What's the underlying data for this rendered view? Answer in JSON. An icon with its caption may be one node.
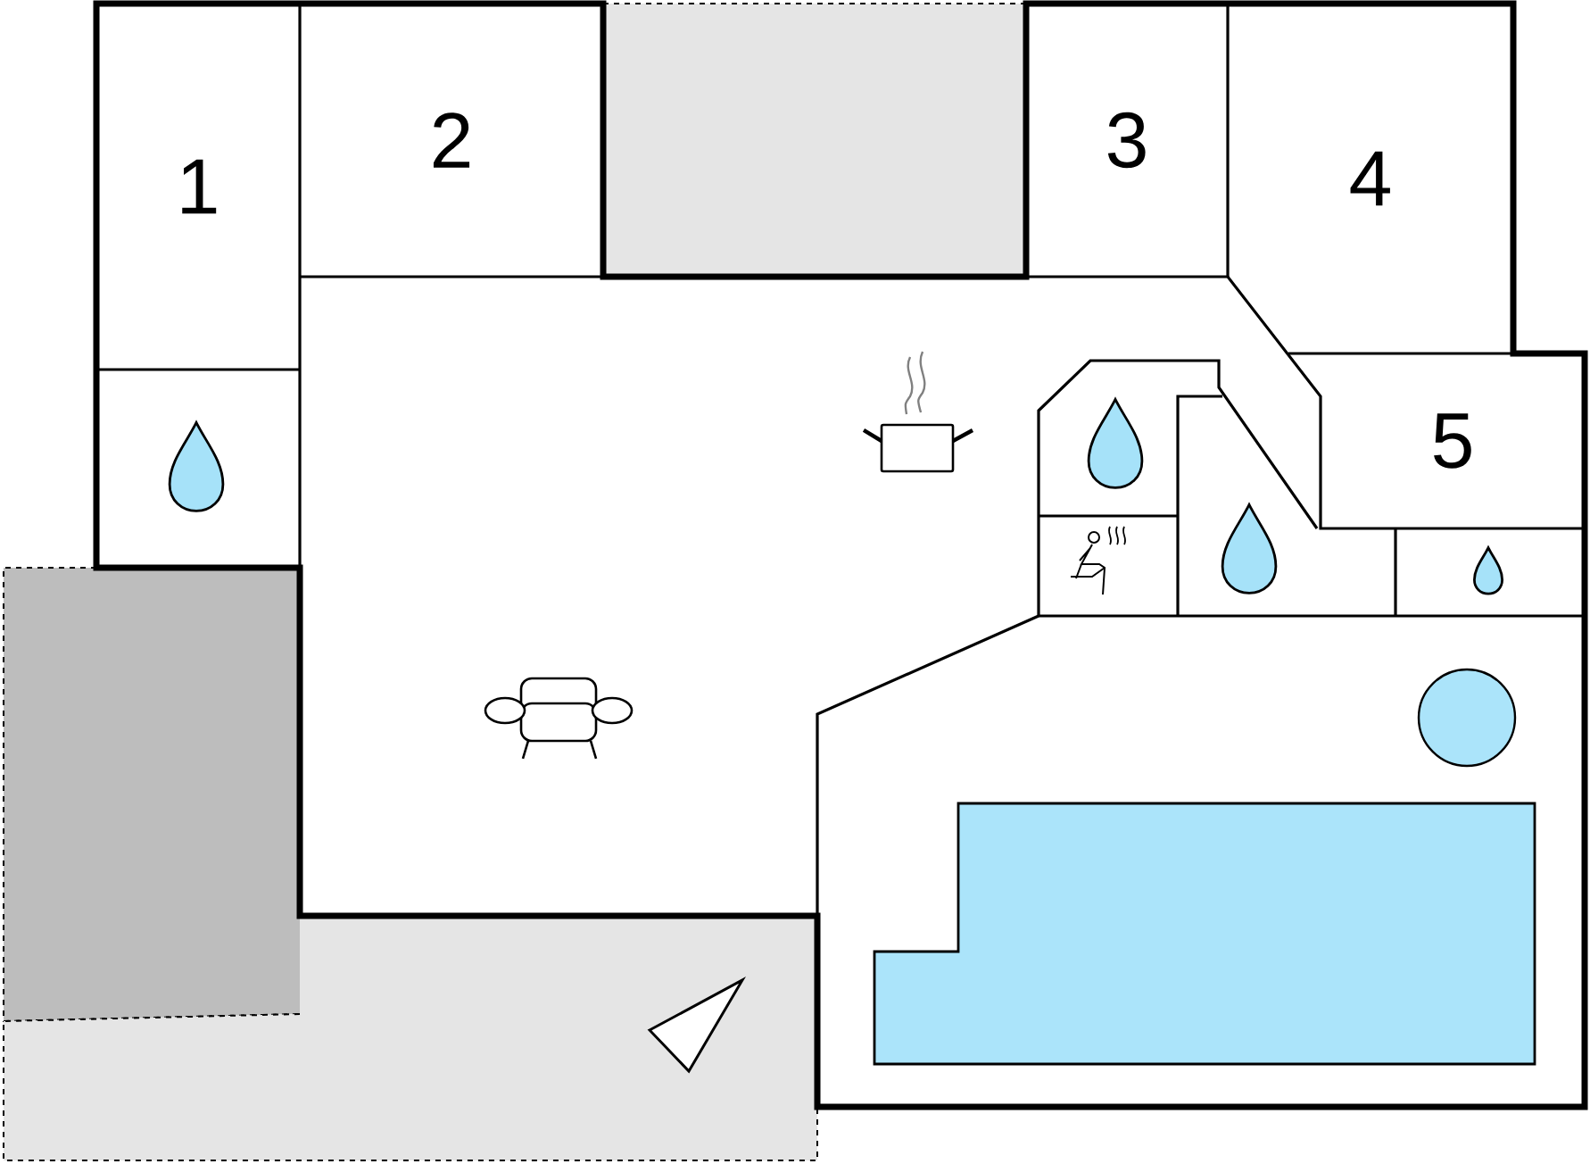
{
  "diagram": {
    "nodes": [
      {
        "text": [
          "1"
        ]
      },
      {
        "text": [
          "2"
        ]
      },
      {
        "text": [
          "3"
        ]
      },
      {
        "text": [
          "4"
        ]
      },
      {
        "text": [
          "5"
        ]
      }
    ]
  }
}
